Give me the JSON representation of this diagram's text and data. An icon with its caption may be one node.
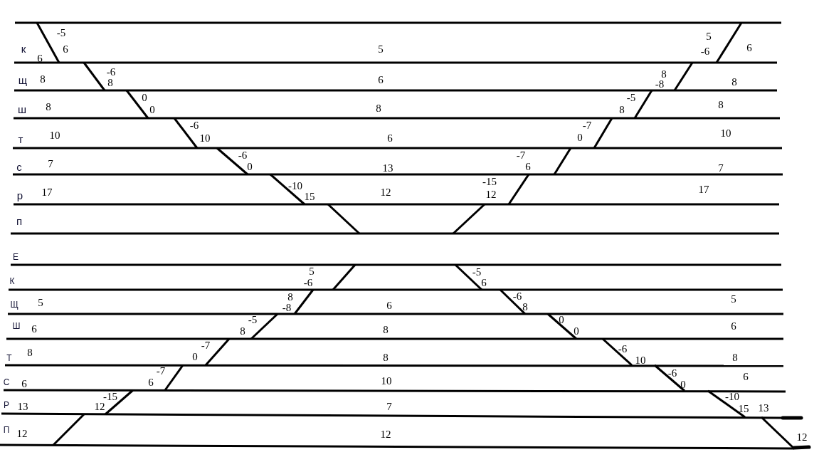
{
  "diagram": {
    "labels": [
      "к",
      "6",
      "-5",
      "6",
      "5",
      "5",
      "-6",
      "6",
      "щ",
      "8",
      "-6",
      "8",
      "6",
      "8",
      "-8",
      "8",
      "ш",
      "8",
      "0",
      "0",
      "8",
      "-5",
      "8",
      "8",
      "т",
      "10",
      "-6",
      "10",
      "6",
      "-7",
      "0",
      "10",
      "с",
      "7",
      "-6",
      "0",
      "13",
      "-7",
      "6",
      "7",
      "р",
      "17",
      "-10",
      "15",
      "12",
      "-15",
      "12",
      "17",
      "п",
      "Е",
      "К",
      "5",
      "-6",
      "-5",
      "6",
      "Щ",
      "5",
      "8",
      "-8",
      "6",
      "-6",
      "8",
      "5",
      "Ш",
      "6",
      "-5",
      "8",
      "8",
      "0",
      "0",
      "6",
      "Т",
      "8",
      "-7",
      "0",
      "8",
      "-6",
      "10",
      "8",
      "С",
      "6",
      "-7",
      "6",
      "10",
      "-6",
      "0",
      "6",
      "Р",
      "13",
      "-15",
      "12",
      "7",
      "-10",
      "15",
      "13",
      "П",
      "12",
      "12",
      "12"
    ]
  }
}
